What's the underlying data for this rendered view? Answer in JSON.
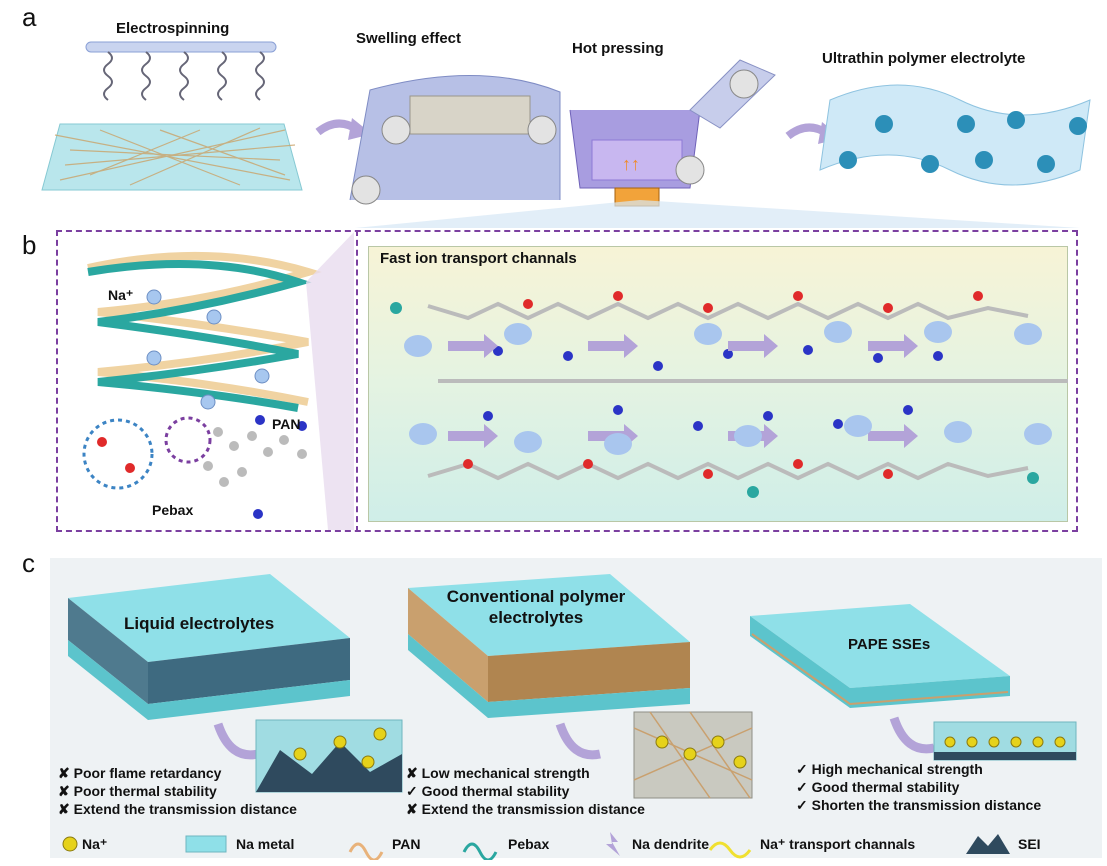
{
  "panels": {
    "a": {
      "letter": "a",
      "electrospinning": "Electrospinning",
      "swelling": "Swelling effect",
      "hot_pressing": "Hot pressing",
      "ultrathin": "Ultrathin polymer electrolyte"
    },
    "b": {
      "letter": "b",
      "na_plus": "Na⁺",
      "pan": "PAN",
      "pebax": "Pebax",
      "channels_title": "Fast ion transport channals",
      "ion_label": "Na⁺"
    },
    "c": {
      "letter": "c",
      "slabs": [
        {
          "title": "Liquid electrolytes"
        },
        {
          "title": "Conventional polymer electrolytes"
        },
        {
          "title": "PAPE SSEs"
        }
      ],
      "bullets": [
        [
          "✘ Poor flame retardancy",
          "✘ Poor thermal stability",
          "✘ Extend the transmission distance"
        ],
        [
          "✘ Low mechanical strength",
          "✓ Good thermal stability",
          "✘ Extend the transmission distance"
        ],
        [
          "✓ High mechanical strength",
          "✓ Good thermal stability",
          "✓ Shorten the transmission distance"
        ]
      ]
    }
  },
  "legend": {
    "items": [
      "Na⁺",
      "Na metal",
      "PAN",
      "Pebax",
      "Na dendrite",
      "Na⁺ transport channals",
      "SEI"
    ]
  },
  "colors": {
    "dashed_border": "#7b3fa0",
    "slab_top": "#8fe0e8",
    "slab_side": "#5cc4cc",
    "ion_blue": "#a9c6ee",
    "arrow_purple": "#a08fc8",
    "pan_orange": "#e8b27a",
    "pebax_teal": "#2aa7a0",
    "na_yellow": "#e6d21a"
  }
}
